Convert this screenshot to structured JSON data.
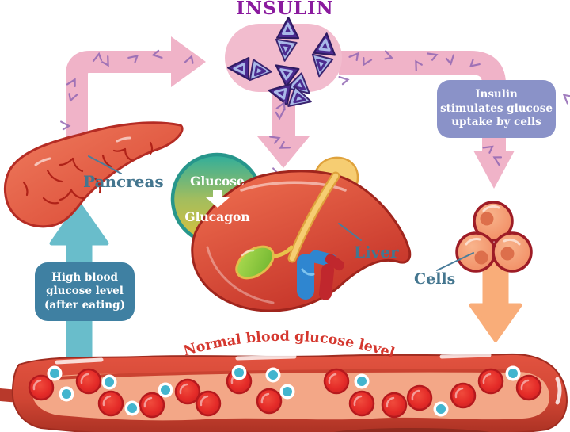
{
  "title": "INSULIN",
  "labels": {
    "pancreas": "Pancreas",
    "liver": "Liver",
    "cells": "Cells"
  },
  "glucose_glucagon": {
    "top": "Glucose",
    "bottom": "Glucagon"
  },
  "callout_high_glucose": {
    "lines": [
      "High blood",
      "glucose level",
      "(after eating)"
    ]
  },
  "callout_insulin_uptake": {
    "lines": [
      "Insulin",
      "stimulates glucose",
      "uptake by cells"
    ]
  },
  "vessel_caption": "Normal blood glucose level",
  "icons": {
    "insulin_molecule": "triangle-pair",
    "glucose_dot": "teal-circle",
    "flow_arrow": "thick-arrow"
  },
  "colors": {
    "title_purple": "#8a1a9e",
    "arrow_pink": "#f0b3c8",
    "molecule_dark_purple": "#4b2a8f",
    "molecule_lavender": "#a9b9e8",
    "teal_arrow": "#69bdcb",
    "teal_box": "#3f80a2",
    "slate_box": "#8a92c8",
    "label_teal": "#44768f",
    "circle_top_teal": "#2fae9c",
    "circle_bottom_gold": "#dcc13a",
    "organ_red": "#d84330",
    "liver_red": "#c9352a",
    "ligament_yellow": "#f6cd72",
    "gallbladder_green": "#7db93a",
    "portal_vein_blue": "#2f86d0",
    "cell_orange": "#f3966d",
    "orange_arrow": "#f9ad79",
    "vessel_wall_red": "#d14634",
    "vessel_inner_salmon": "#f3a787",
    "rbc_red": "#e42b28",
    "glucose_dot_teal": "#43b5ce",
    "caption_red": "#d5372e"
  }
}
